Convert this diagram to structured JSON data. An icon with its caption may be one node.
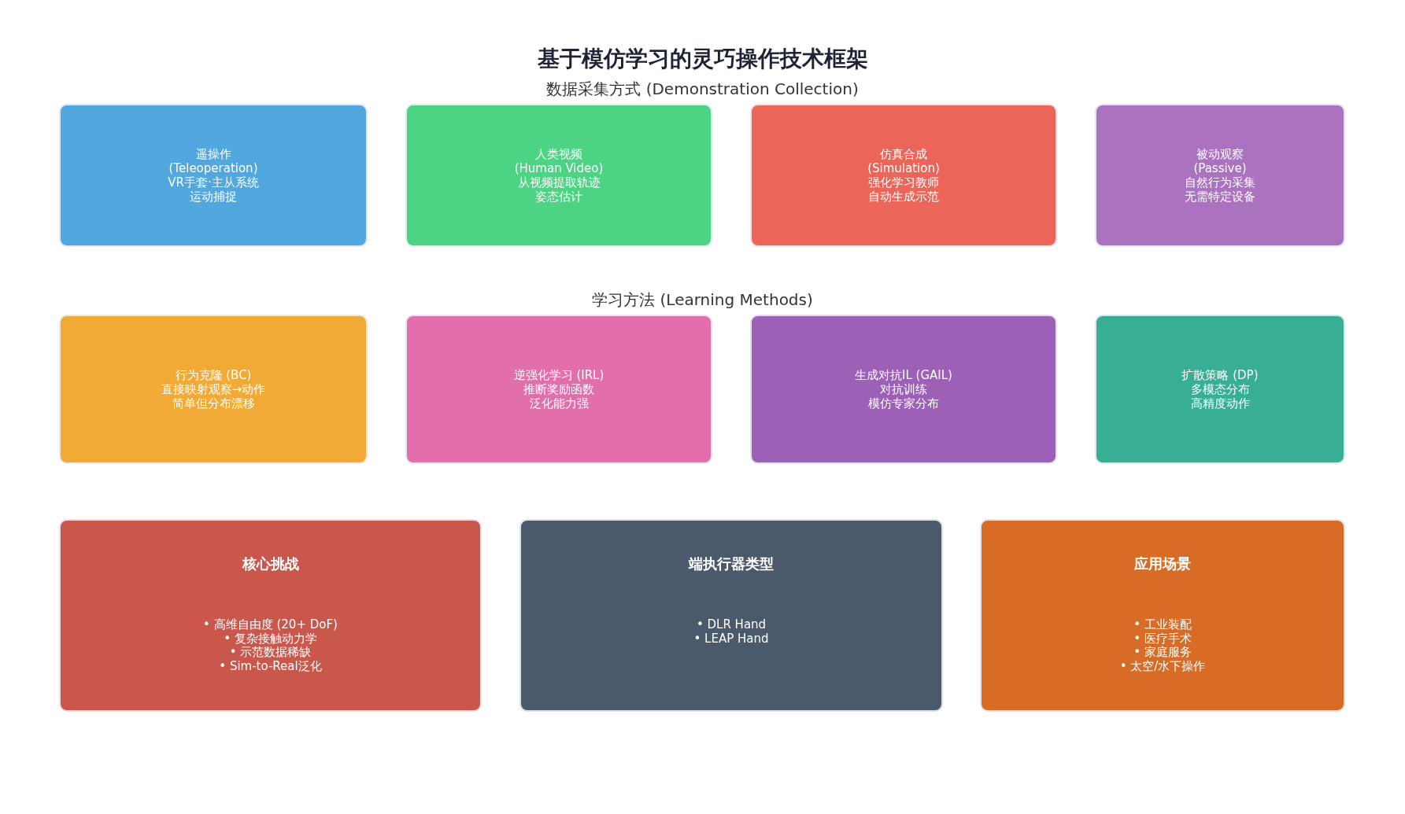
{
  "diagram": {
    "title": "基于模仿学习的灵巧操作技术框架",
    "nodes": [
      {
        "text": [
          "遥操作",
          "(Teleoperation)",
          "VR手套·主从系统",
          "运动捕捉"
        ]
      },
      {
        "text": [
          "人类视频",
          "(Human Video)",
          "从视频提取轨迹",
          "姿态估计"
        ]
      },
      {
        "text": [
          "仿真合成",
          "(Simulation)",
          "强化学习教师",
          "自动生成示范"
        ]
      },
      {
        "text": [
          "被动观察",
          "(Passive)",
          "自然行为采集",
          "无需特定设备"
        ]
      },
      {
        "text": [
          "行为克隆 (BC)",
          "直接映射观察→动作",
          "简单但分布漂移"
        ]
      },
      {
        "text": [
          "逆强化学习 (IRL)",
          "推断奖励函数",
          "泛化能力强"
        ]
      },
      {
        "text": [
          "生成对抗IL (GAIL)",
          "对抗训练",
          "模仿专家分布"
        ]
      },
      {
        "text": [
          "扩散策略 (DP)",
          "多模态分布",
          "高精度动作"
        ]
      },
      {
        "text": [
          "核心挑战",
          "• 高维自由度 (20+ DoF)",
          "• 复杂接触动力学",
          "• 示范数据稀缺",
          "• Sim-to-Real泛化"
        ]
      },
      {
        "text": [
          "端执行器类型",
          "• DLR Hand",
          "• LEAP Hand"
        ]
      },
      {
        "text": [
          "应用场景",
          "• 工业装配",
          "• 医疗手术",
          "• 家庭服务",
          "• 太空/水下操作"
        ]
      }
    ],
    "labels": [
      "数据采集方式 (Demonstration Collection)",
      "学习方法 (Learning Methods)"
    ]
  }
}
